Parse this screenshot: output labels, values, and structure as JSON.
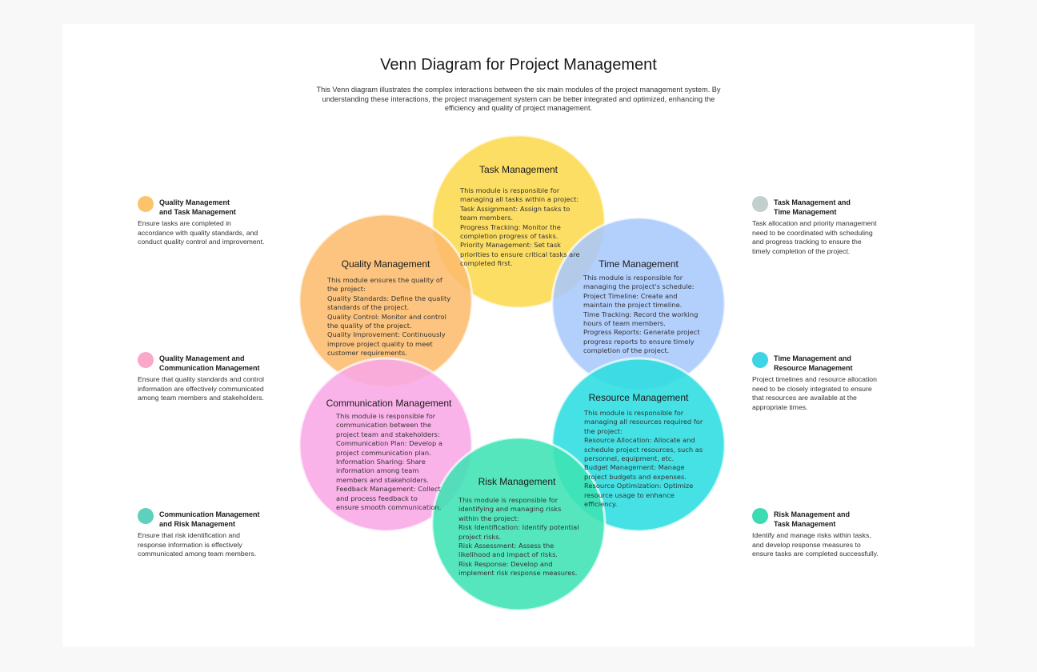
{
  "title": "Venn Diagram for Project Management",
  "subtitle": "This Venn diagram illustrates the complex interactions between the six main modules of the project management system. By understanding these interactions, the project management system can be better integrated and optimized, enhancing the efficiency and quality of project management.",
  "circles": {
    "task": {
      "title": "Task Management",
      "color": "#fdd94f",
      "body": "This module is responsible for\nmanaging all tasks within a project:\nTask Assignment: Assign tasks to\nteam members.\nProgress Tracking: Monitor the\ncompletion progress of tasks.\nPriority Management: Set task\npriorities to ensure critical tasks are\ncompleted first."
    },
    "quality": {
      "title": "Quality Management",
      "color": "#fcbc6c",
      "body": "This module ensures the quality of\nthe project:\nQuality Standards: Define the quality\nstandards of the project.\nQuality Control: Monitor and control\nthe quality of the project.\nQuality Improvement: Continuously\nimprove project quality to meet\ncustomer requirements."
    },
    "time": {
      "title": "Time Management",
      "color": "#a9c8fc",
      "body": "This module is responsible for\nmanaging the project's schedule:\nProject Timeline: Create and\nmaintain the project timeline.\nTime Tracking: Record the working\nhours of team members.\nProgress Reports: Generate project\nprogress reports to ensure timely\ncompletion of the project."
    },
    "communication": {
      "title": "Communication Management",
      "color": "#f8a8e6",
      "body": "This module is responsible for\ncommunication between the\nproject team and stakeholders:\nCommunication Plan: Develop a\nproject communication plan.\nInformation Sharing: Share\ninformation among team\nmembers and stakeholders.\nFeedback Management: Collect\nand process feedback to\nensure smooth communication."
    },
    "resource": {
      "title": "Resource Management",
      "color": "#2cdde0",
      "body": "This module is responsible for\nmanaging all resources required for\nthe project:\nResource Allocation: Allocate and\nschedule project resources, such as\npersonnel, equipment, etc.\nBudget Management: Manage\nproject budgets and expenses.\nResource Optimization: Optimize\nresource usage to enhance\nefficiency."
    },
    "risk": {
      "title": "Risk Management",
      "color": "#3ee3b4",
      "body": "This module is responsible for\nidentifying and managing risks\nwithin the project:\nRisk Identification: Identify potential\nproject risks.\nRisk Assessment: Assess the\nlikelihood and impact of risks.\nRisk Response: Develop and\nimplement risk response measures."
    }
  },
  "legend": [
    {
      "title": "Quality Management\nand Task Management",
      "color": "#fcc46a",
      "desc": "Ensure tasks are completed in\naccordance with quality standards, and\nconduct quality control and improvement."
    },
    {
      "title": "Quality Management and\nCommunication Management",
      "color": "#f9a8c8",
      "desc": "Ensure that quality standards and control\ninformation are effectively communicated\namong team members and stakeholders."
    },
    {
      "title": "Communication Management\nand Risk Management",
      "color": "#5fd0bc",
      "desc": "Ensure that risk identification and\nresponse information is effectively\ncommunicated among team members."
    },
    {
      "title": "Task Management and\nTime Management",
      "color": "#c3cfcc",
      "desc": "Task allocation and priority management\nneed to be coordinated with scheduling\nand progress tracking to ensure the\ntimely completion of the project."
    },
    {
      "title": "Time Management and\nResource Management",
      "color": "#3fd3e6",
      "desc": "Project timelines and resource allocation\nneed to be closely integrated to ensure\nthat resources are available at the\nappropriate times."
    },
    {
      "title": "Risk Management and\nTask Management",
      "color": "#3ddbb2",
      "desc": "Identify and manage risks within tasks,\nand develop response measures to\nensure tasks are completed successfully."
    }
  ]
}
